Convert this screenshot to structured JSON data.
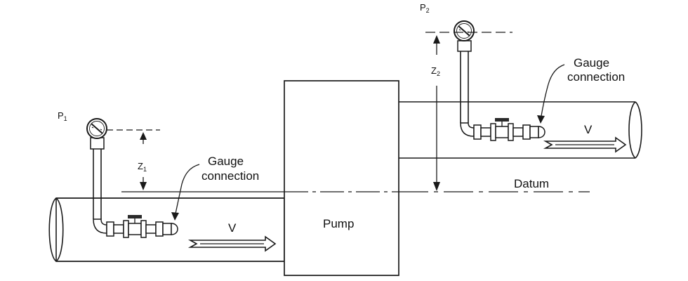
{
  "labels": {
    "pump": "Pump",
    "datum": "Datum",
    "gauge_connection_left_line1": "Gauge",
    "gauge_connection_left_line2": "connection",
    "gauge_connection_right_line1": "Gauge",
    "gauge_connection_right_line2": "connection",
    "velocity_left": "V",
    "velocity_right": "V"
  },
  "symbols": {
    "p1": {
      "base": "P",
      "sub": "1"
    },
    "p2": {
      "base": "P",
      "sub": "2"
    },
    "z1": {
      "base": "Z",
      "sub": "1"
    },
    "z2": {
      "base": "Z",
      "sub": "2"
    }
  },
  "icons": {
    "gauge": "pressure-gauge-icon",
    "valve": "valve-icon",
    "arrow": "flow-arrow-icon"
  },
  "colors": {
    "line": "#1a1a1a",
    "background": "#ffffff"
  }
}
